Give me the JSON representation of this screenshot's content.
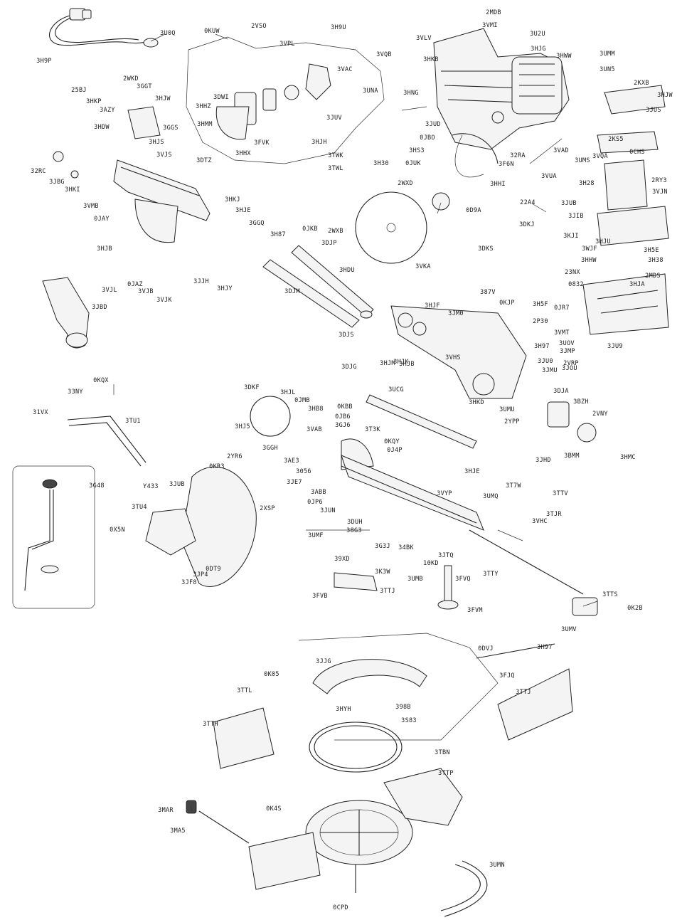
{
  "labels": [
    "3U0Q",
    "3H9P",
    "0KUW",
    "2VSO",
    "3H9U",
    "3VPL",
    "3VAC",
    "3UNA",
    "3VQB",
    "2MDB",
    "3VMI",
    "3U2U",
    "3VLV",
    "3HKB",
    "3HJG",
    "3UMM",
    "3HWW",
    "3UN5",
    "3HNG",
    "2KXB",
    "3HJW",
    "3JUS",
    "25BJ",
    "3HKP",
    "2WKD",
    "3GGT",
    "3HJW",
    "3AZY",
    "3GGS",
    "3HDW",
    "3HJS",
    "3VJS",
    "3DTZ",
    "3DWI",
    "3HHZ",
    "3HMM",
    "3FVK",
    "3HHX",
    "3JUV",
    "3HJH",
    "3TWK",
    "3TWL",
    "3H30",
    "3JUD",
    "0JBO",
    "3HS3",
    "0JUK",
    "3HHI",
    "32RA",
    "3F6N",
    "3VAD",
    "3VUA",
    "0D9A",
    "32RC",
    "3JBG",
    "3HKI",
    "3VMB",
    "0JAY",
    "3HKJ",
    "3HJE",
    "3GGQ",
    "3H87",
    "0JKB",
    "2WXB",
    "3DJP",
    "3HDU",
    "2WXD",
    "3VKA",
    "3HJB",
    "3VJL",
    "0JAZ",
    "3VJB",
    "3VJK",
    "3JJH",
    "3HJY",
    "3DJM",
    "3JBD",
    "3DJS",
    "3DJG",
    "3HJM",
    "3HJF",
    "3DKS",
    "3DKJ",
    "22A4",
    "3JUB",
    "3JIB",
    "3KJI",
    "3HJU",
    "3H38",
    "3H5E",
    "3VJN",
    "2RY3",
    "3VQA",
    "0CHS",
    "3UMS",
    "2KS5",
    "3H28",
    "3WJF",
    "3HHW",
    "23NX",
    "0832",
    "3HJA",
    "2MDS",
    "3JU9",
    "387V",
    "0KJP",
    "3H5F",
    "0JR7",
    "3VMT",
    "2P30",
    "3H97",
    "3JM0",
    "3JU0",
    "3JMP",
    "2VRP",
    "3UOV",
    "3JMU",
    "3JOU",
    "3VHS",
    "3HJK",
    "3UMU",
    "3HKD",
    "3DJA",
    "3BZH",
    "2VNY",
    "3BMM",
    "3HMC",
    "0KQX",
    "33NY",
    "31VX",
    "3TU1",
    "3G48",
    "Y433",
    "3DKF",
    "3HJL",
    "0JMB",
    "3HB8",
    "0KBB",
    "0JB6",
    "3GJ6",
    "3VAB",
    "3T3K",
    "0KQY",
    "0J4P",
    "3HJ5",
    "3GGH",
    "2YR6",
    "0KR3",
    "3AE3",
    "3056",
    "3JE7",
    "3ABB",
    "0JP6",
    "3JUN",
    "3TU4",
    "0X5N",
    "3JUB",
    "2XSP",
    "0DT9",
    "3JP4",
    "3JF8",
    "3UMF",
    "3UCG",
    "3HJB",
    "3VYP",
    "2YPP",
    "3JHD",
    "10KD",
    "3HJE",
    "3TTY",
    "3UMQ",
    "3T7W",
    "3TTV",
    "3TJR",
    "3VHC",
    "3DUH",
    "38G3",
    "3G3J",
    "34BK",
    "39XD",
    "3K3W",
    "3UMB",
    "3JTQ",
    "3FVQ",
    "3FVM",
    "3FVB",
    "3TTJ",
    "3TTS",
    "0K2B",
    "3UMV",
    "3JJG",
    "0K05",
    "3TTL",
    "3TTH",
    "0DVJ",
    "3H97",
    "3FJQ",
    "3TTJ",
    "3HYH",
    "398B",
    "3S83",
    "3TBN",
    "3TTP",
    "3MAR",
    "3MA5",
    "0K4S",
    "3UMN",
    "0CPD"
  ]
}
